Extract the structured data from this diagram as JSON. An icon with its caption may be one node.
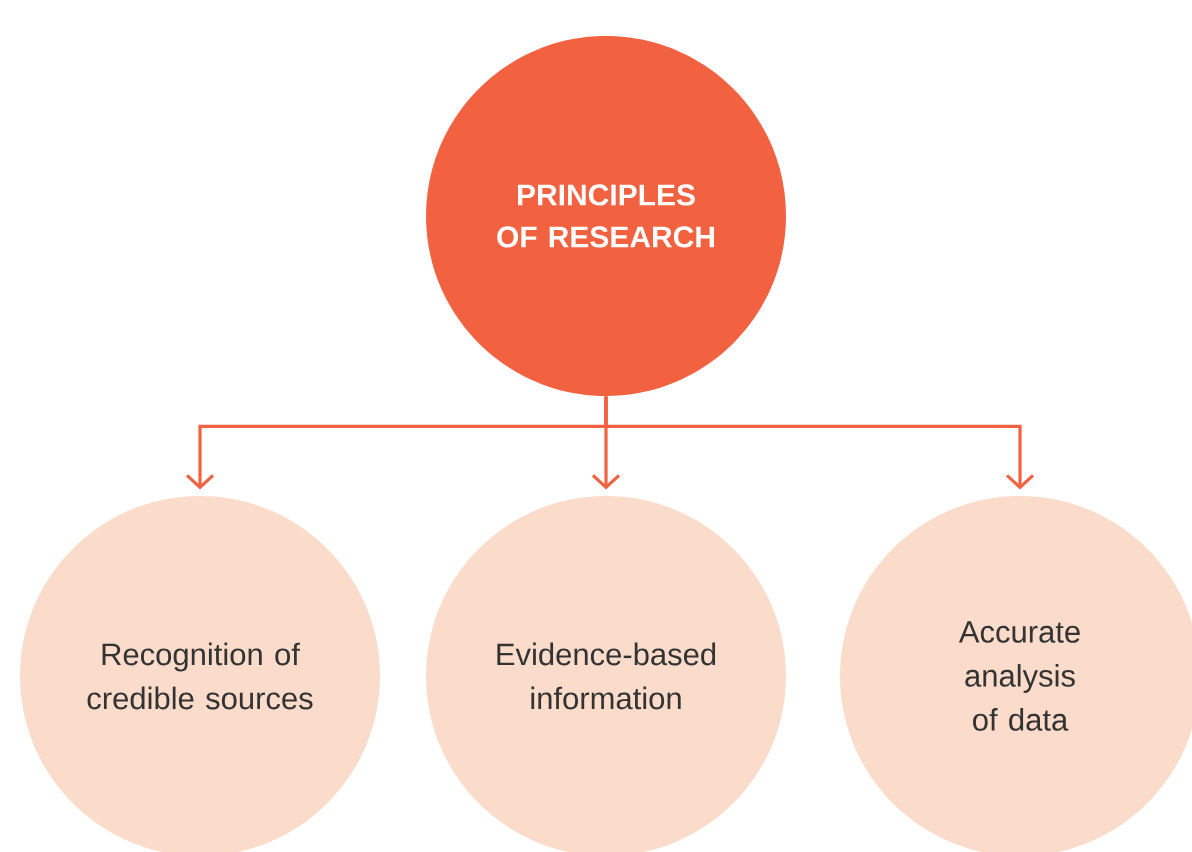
{
  "diagram": {
    "nodes": [
      {
        "text": [
          "PRINCIPLES OF RESEARCH"
        ]
      },
      {
        "text": [
          "Recognition of credible sources"
        ]
      },
      {
        "text": [
          "Evidence-based information"
        ]
      },
      {
        "text": [
          "Accurate analysis of data"
        ]
      }
    ],
    "edges": [
      {
        "from": 0,
        "to": 1,
        "arrow": "to"
      },
      {
        "from": 0,
        "to": 2,
        "arrow": "to"
      },
      {
        "from": 0,
        "to": 3,
        "arrow": "to"
      }
    ]
  }
}
